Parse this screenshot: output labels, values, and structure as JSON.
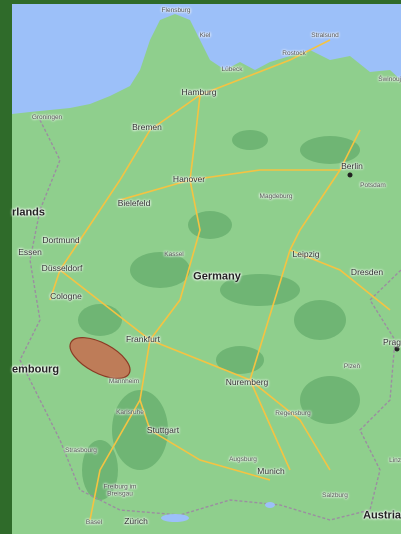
{
  "map": {
    "country_label": "Germany",
    "cities": [
      {
        "id": "flensburg",
        "name": "Flensburg",
        "size": "small"
      },
      {
        "id": "kiel",
        "name": "Kiel",
        "size": "small"
      },
      {
        "id": "stralsund",
        "name": "Stralsund",
        "size": "small"
      },
      {
        "id": "lubeck",
        "name": "Lübeck",
        "size": "small"
      },
      {
        "id": "rostock",
        "name": "Rostock",
        "size": "small"
      },
      {
        "id": "swinouj",
        "name": "Świnouj",
        "size": "small"
      },
      {
        "id": "hamburg",
        "name": "Hamburg",
        "size": "city"
      },
      {
        "id": "groningen",
        "name": "Groningen",
        "size": "small"
      },
      {
        "id": "bremen",
        "name": "Bremen",
        "size": "city"
      },
      {
        "id": "berlin",
        "name": "Berlin",
        "size": "city"
      },
      {
        "id": "potsdam",
        "name": "Potsdam",
        "size": "small"
      },
      {
        "id": "hanover",
        "name": "Hanover",
        "size": "city"
      },
      {
        "id": "magdeburg",
        "name": "Magdeburg",
        "size": "small"
      },
      {
        "id": "bielefeld",
        "name": "Bielefeld",
        "size": "city"
      },
      {
        "id": "netherlands",
        "name": "rlands",
        "size": "country"
      },
      {
        "id": "dortmund",
        "name": "Dortmund",
        "size": "city"
      },
      {
        "id": "essen",
        "name": "Essen",
        "size": "city"
      },
      {
        "id": "dusseldorf",
        "name": "Düsseldorf",
        "size": "city"
      },
      {
        "id": "kassel",
        "name": "Kassel",
        "size": "small"
      },
      {
        "id": "leipzig",
        "name": "Leipzig",
        "size": "city"
      },
      {
        "id": "dresden",
        "name": "Dresden",
        "size": "city"
      },
      {
        "id": "cologne",
        "name": "Cologne",
        "size": "city"
      },
      {
        "id": "frankfurt",
        "name": "Frankfurt",
        "size": "city"
      },
      {
        "id": "prague",
        "name": "Prag",
        "size": "city"
      },
      {
        "id": "luxembourg",
        "name": "embourg",
        "size": "country"
      },
      {
        "id": "mannheim",
        "name": "Mannheim",
        "size": "small"
      },
      {
        "id": "nuremberg",
        "name": "Nuremberg",
        "size": "city"
      },
      {
        "id": "plzen",
        "name": "Plzeň",
        "size": "small"
      },
      {
        "id": "karlsruhe",
        "name": "Karlsruhe",
        "size": "small"
      },
      {
        "id": "regensburg",
        "name": "Regensburg",
        "size": "small"
      },
      {
        "id": "stuttgart",
        "name": "Stuttgart",
        "size": "city"
      },
      {
        "id": "strasbourg",
        "name": "Strasbourg",
        "size": "small"
      },
      {
        "id": "augsburg",
        "name": "Augsburg",
        "size": "small"
      },
      {
        "id": "munich",
        "name": "Munich",
        "size": "city"
      },
      {
        "id": "linz",
        "name": "Linz",
        "size": "small"
      },
      {
        "id": "freiburg",
        "name": "Freiburg im Breisgau",
        "size": "small"
      },
      {
        "id": "salzburg",
        "name": "Salzburg",
        "size": "small"
      },
      {
        "id": "austria",
        "name": "Austria",
        "size": "country"
      },
      {
        "id": "basel",
        "name": "Basel",
        "size": "small"
      },
      {
        "id": "zurich",
        "name": "Zürich",
        "size": "city"
      }
    ],
    "highlight": {
      "label": "highlight-region",
      "color": "#c9674b"
    },
    "colors": {
      "land": "#8fcf8d",
      "forest": "#6fb574",
      "sea": "#9cc0f9",
      "motorway": "#f5c342",
      "border": "#9b8ea0"
    }
  }
}
